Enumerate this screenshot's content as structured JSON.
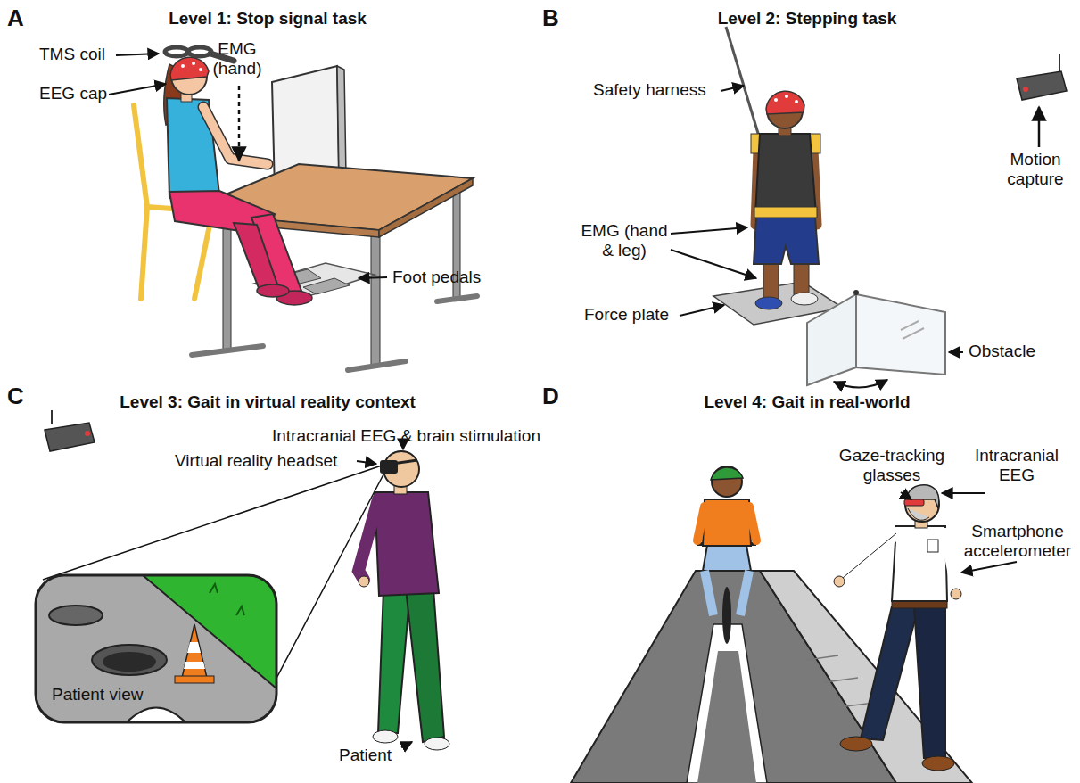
{
  "diagram": {
    "labels": [
      "A",
      "Level 1: Stop signal task",
      "TMS coil",
      "EMG (hand)",
      "EEG cap",
      "Foot pedals",
      "B",
      "Level 2: Stepping task",
      "Safety harness",
      "Motion capture",
      "EMG (hand & leg)",
      "Force plate",
      "Obstacle",
      "C",
      "Level 3: Gait in virtual reality context",
      "Intracranial EEG & brain stimulation",
      "Virtual reality headset",
      "Patient view",
      "Patient",
      "D",
      "Level 4: Gait in real-world",
      "Gaze-tracking glasses",
      "Intracranial EEG",
      "Smartphone accelerometer"
    ]
  }
}
